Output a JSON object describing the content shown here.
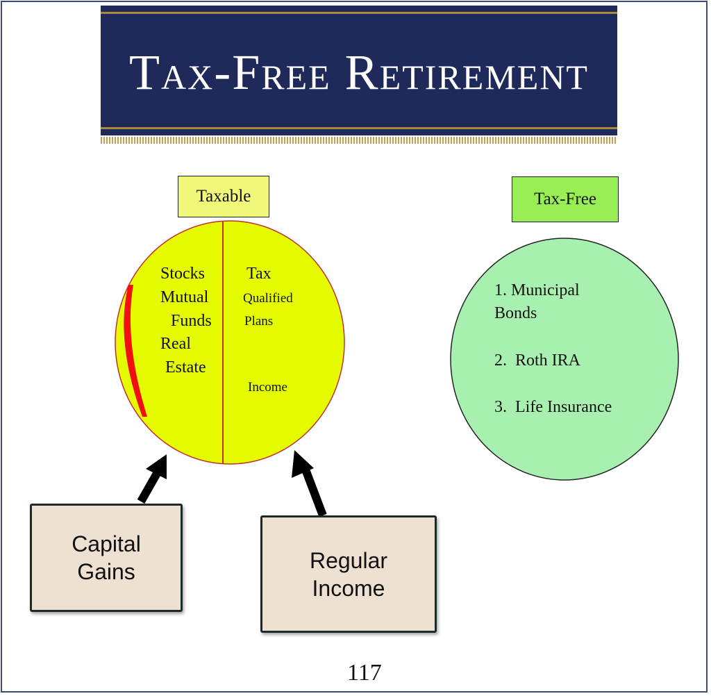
{
  "header": {
    "title": "Tax-Free Retirement"
  },
  "taxable": {
    "label": "Taxable",
    "left_items": [
      "Stocks",
      "Mutual",
      "Funds",
      "Real",
      "Estate"
    ],
    "right_items": {
      "tax": "Tax",
      "qualified": "Qualified",
      "plans": "Plans",
      "income": "Income"
    }
  },
  "tax_free": {
    "label": "Tax-Free",
    "items": [
      "1. Municipal",
      "Bonds",
      "2.  Roth IRA",
      "3.  Life Insurance"
    ]
  },
  "callouts": {
    "capital_gains": [
      "Capital",
      "Gains"
    ],
    "regular_income": [
      "Regular",
      "Income"
    ]
  },
  "page_number": "117",
  "colors": {
    "banner": "#1f2a5a",
    "taxable_fill": "#e4fb00",
    "tax_free_fill": "#a8f0b0",
    "callout_fill": "#efe1d1"
  }
}
